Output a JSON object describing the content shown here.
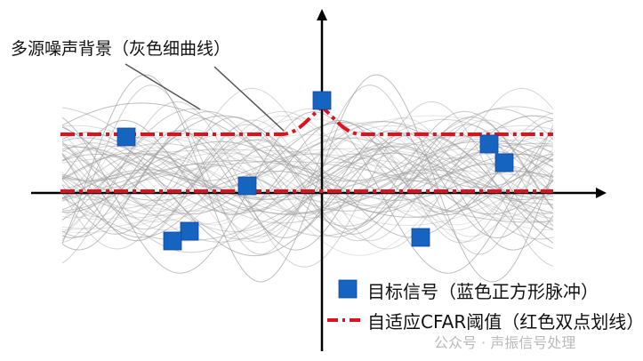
{
  "annotation": {
    "noise_label": "多源噪声背景（灰色细曲线）"
  },
  "legend": {
    "target_label": "目标信号（蓝色正方形脉冲）",
    "threshold_label": "自适应CFAR阈值（红色双点划线）"
  },
  "watermark": "公众号 · 声振信号处理",
  "colors": {
    "target": "#1565c0",
    "threshold": "#e0101c",
    "noise": "#9e9e9e",
    "axis": "#000000"
  }
}
